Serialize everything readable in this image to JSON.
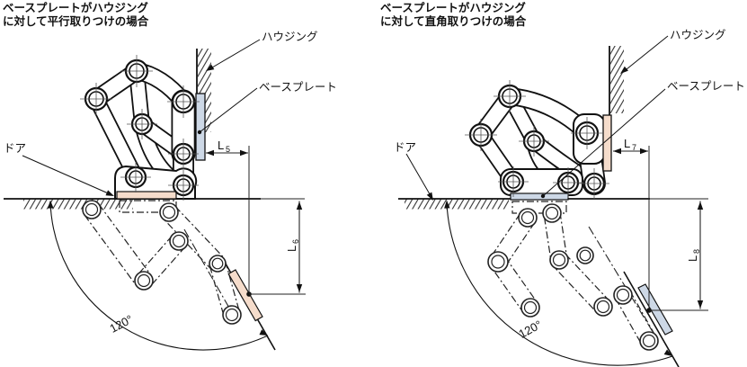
{
  "left": {
    "title_line1": "ベースプレートがハウジング",
    "title_line2": "に対して平行取りつけの場合",
    "labels": {
      "housing": "ハウジング",
      "base_plate": "ベースプレート",
      "door": "ドア"
    },
    "dims": {
      "l5": {
        "base": "L",
        "sub": "5"
      },
      "l6": {
        "base": "L",
        "sub": "6"
      },
      "angle": "120°"
    }
  },
  "right": {
    "title_line1": "ベースプレートがハウジング",
    "title_line2": "に対して直角取りつけの場合",
    "labels": {
      "housing": "ハウジング",
      "base_plate": "ベースプレート",
      "door": "ドア"
    },
    "dims": {
      "l7": {
        "base": "L",
        "sub": "7"
      },
      "l8": {
        "base": "L",
        "sub": "8"
      },
      "angle": "120°"
    }
  },
  "colors": {
    "base_plate_blue": "#cdd8e6",
    "door_plate_pink": "#f5dccb",
    "ink": "#111111"
  }
}
